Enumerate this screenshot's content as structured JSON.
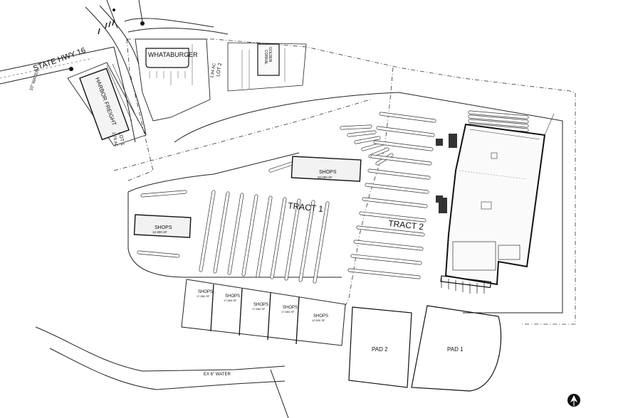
{
  "roads": {
    "highway": "STATE HWY 16",
    "water_north": "10\" WATER",
    "water_south": "EX 6\" WATER"
  },
  "lots": {
    "lot1": {
      "label": "LOT 1",
      "area": "1.76 AC"
    },
    "lot2": {
      "label": "LOT 2",
      "area": "1.94 AC"
    }
  },
  "buildings": {
    "whataburger": "WHATABURGER",
    "harbor_freight": "HARBOR FREIGHT",
    "corner_store": [
      "GOLDEN",
      "CORRAL"
    ],
    "shops_center": {
      "label": "SHOPS",
      "area": "20,000 SF"
    },
    "shops_west": {
      "label": "SHOPS",
      "area": "12,900 SF"
    },
    "shops_row": [
      {
        "label": "SHOPS",
        "area": "17,584 SF"
      },
      {
        "label": "SHOPS",
        "area": "17,584 SF"
      },
      {
        "label": "SHOPS",
        "area": "17,584 SF"
      },
      {
        "label": "SHOPS",
        "area": "17,584 SF"
      },
      {
        "label": "SHOPS",
        "area": "12,500 SF"
      }
    ]
  },
  "tracts": {
    "tract1": "TRACT 1",
    "tract2": "TRACT 2"
  },
  "pads": {
    "pad1": "PAD 1",
    "pad2": "PAD 2"
  },
  "icons": {
    "north_arrow": "north-arrow-icon",
    "traffic_signal": "traffic-signal-icon"
  }
}
